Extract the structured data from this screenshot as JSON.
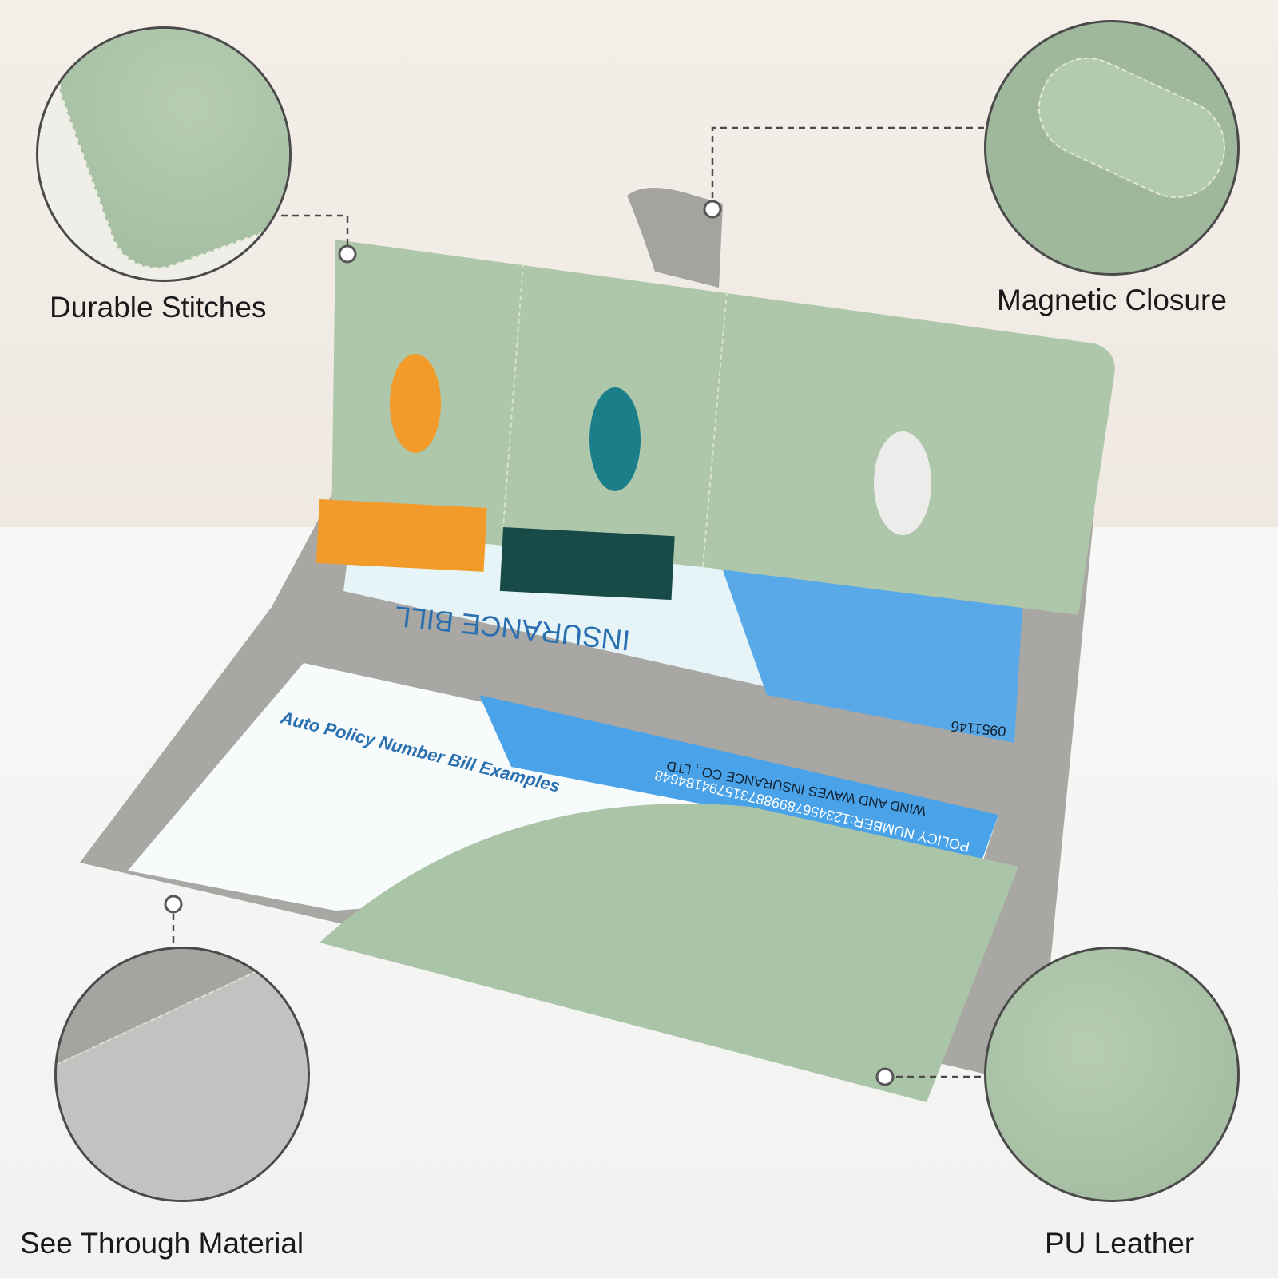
{
  "features": [
    {
      "label": "Durable Stitches",
      "icon": "stitch-detail"
    },
    {
      "label": "Magnetic Closure",
      "icon": "magnetic-tab-detail"
    },
    {
      "label": "See Through Material",
      "icon": "clear-pocket-detail"
    },
    {
      "label": "PU Leather",
      "icon": "leather-texture-detail"
    }
  ],
  "product_print": {
    "insurance_bill": "INSURANCE BILL",
    "auto_policy": "Auto Policy Number Bill Examples",
    "policy_number": "POLICY NUMBER:1234567899887315794184648",
    "company": "WIND AND WAVES INSURANCE CO., LTD",
    "number": "095114б"
  },
  "colors": {
    "leather": "#a9c3a6",
    "lining": "#a7a6a2",
    "accent_blue": "#4aa3e8"
  }
}
